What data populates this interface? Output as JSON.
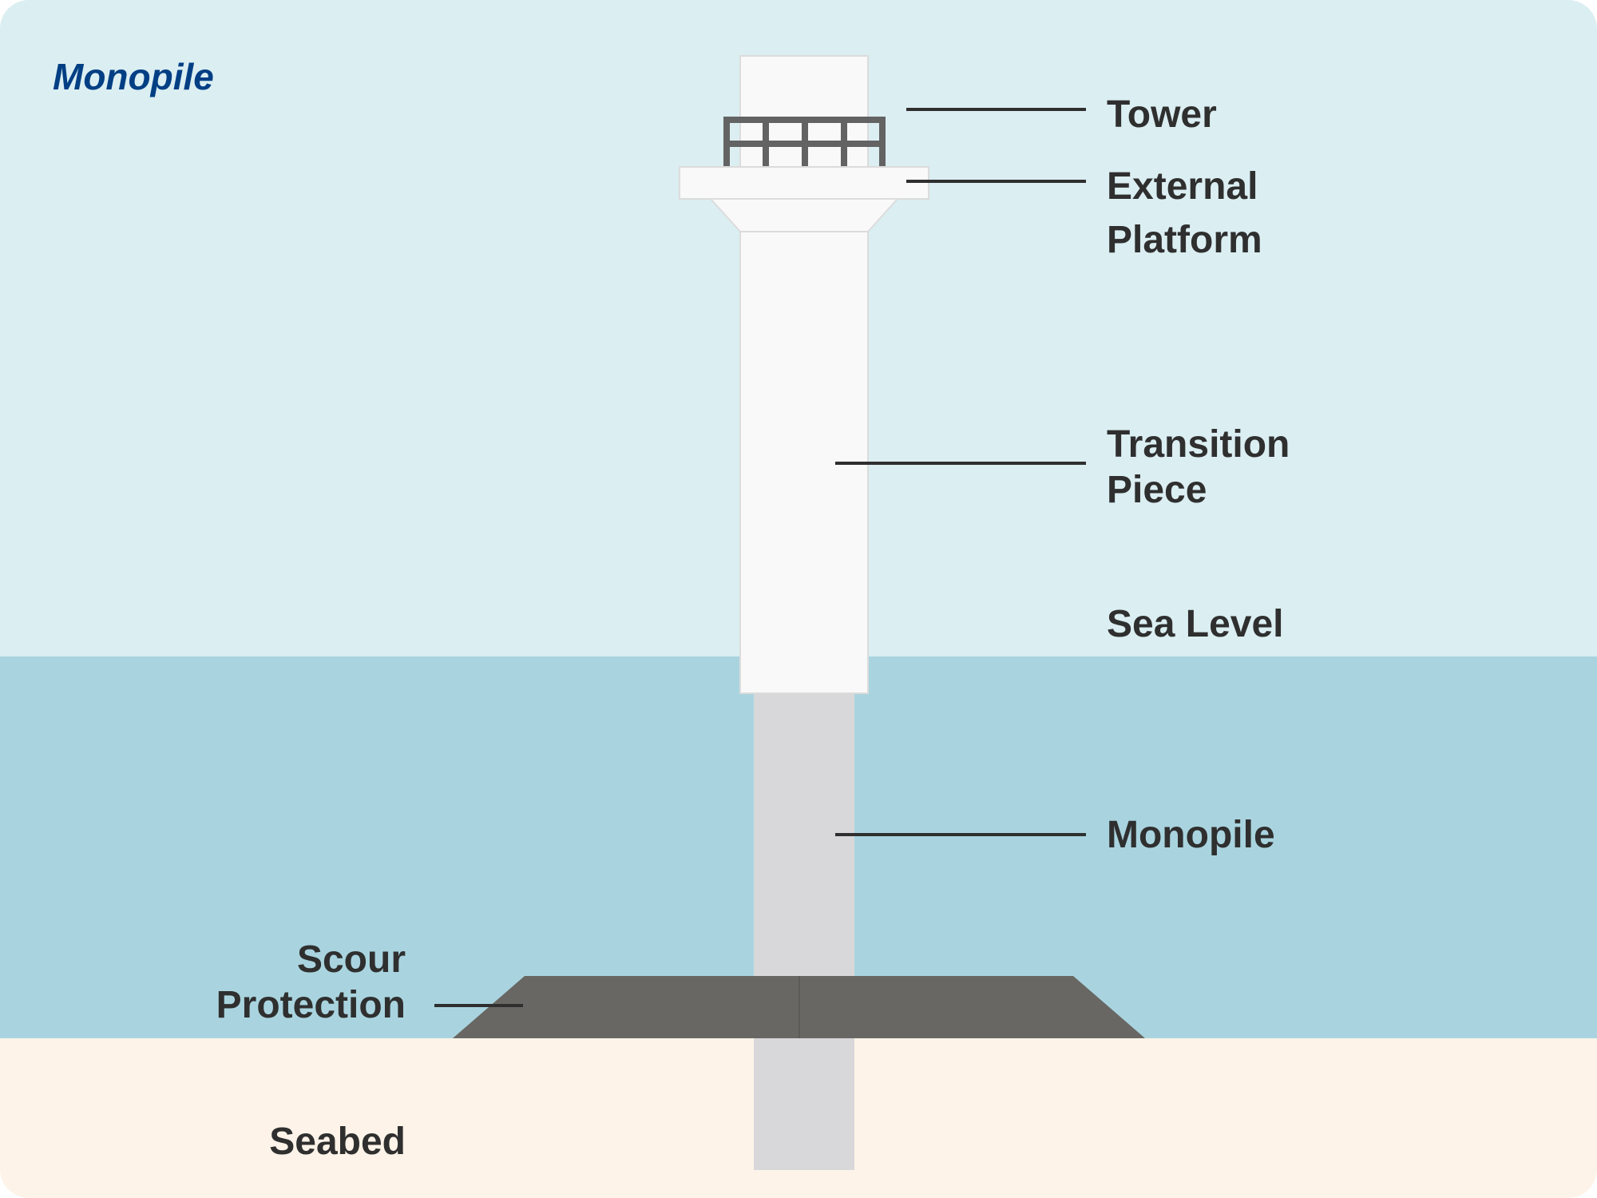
{
  "title": "Monopile",
  "labels": {
    "tower": "Tower",
    "external_platform": [
      "External",
      "Platform"
    ],
    "transition_piece": [
      "Transition",
      "Piece"
    ],
    "sea_level": "Sea Level",
    "monopile": "Monopile",
    "scour_protection": [
      "Scour",
      "Protection"
    ],
    "seabed": "Seabed"
  },
  "colors": {
    "sky": "#dbeef2",
    "water": "#a9d4df",
    "seabed": "#fdf3e8",
    "structure_white": "#f9f9f9",
    "structure_outline": "#dcdcdc",
    "monopile_grey": "#d8d8da",
    "scour_rock": "#686763",
    "railing": "#636363",
    "leader_line": "#2f2f2f",
    "title_blue": "#003f84",
    "label_text": "#2f2f2f"
  }
}
